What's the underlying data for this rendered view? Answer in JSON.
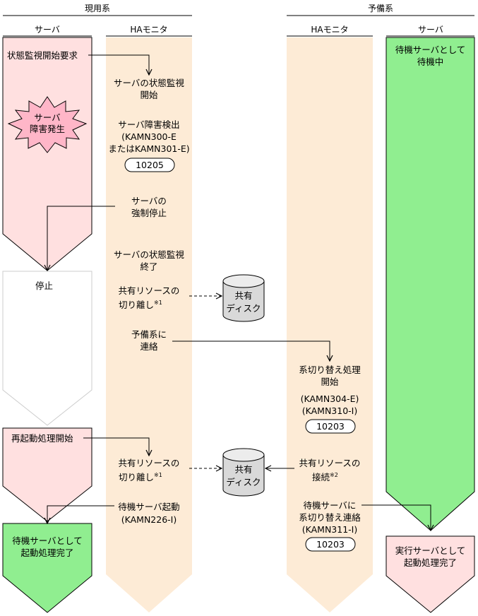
{
  "headers": {
    "active_system": "現用系",
    "standby_system": "予備系"
  },
  "lanes": {
    "active_server": "サーバ",
    "active_ha": "HAモニタ",
    "standby_ha": "HAモニタ",
    "standby_server": "サーバ"
  },
  "active_server": {
    "monitor_start_request": "状態監視開始要求",
    "failure_line1": "サーバ",
    "failure_line2": "障害発生",
    "stopped": "停止",
    "restart_begin": "再起動処理開始",
    "done_line1": "待機サーバとして",
    "done_line2": "起動処理完了"
  },
  "active_ha": {
    "monitor_start_line1": "サーバの状態監視",
    "monitor_start_line2": "開始",
    "detect_line1": "サーバ障害検出",
    "detect_line2": "(KAMN300-E",
    "detect_line3": "またはKAMN301-E)",
    "detect_code": "10205",
    "force_stop_line1": "サーバの",
    "force_stop_line2": "強制停止",
    "monitor_end_line1": "サーバの状態監視",
    "monitor_end_line2": "終了",
    "detach1_line1": "共有リソースの",
    "detach1_line2": "切り離し",
    "detach1_note": "※1",
    "notify_line1": "予備系に",
    "notify_line2": "連絡",
    "detach2_line1": "共有リソースの",
    "detach2_line2": "切り離し",
    "detach2_note": "※1",
    "standby_start_line1": "待機サーバ起動",
    "standby_start_line2": "(KAMN226-I)"
  },
  "standby_ha": {
    "switch_line1": "系切り替え処理",
    "switch_line2": "開始",
    "switch_line3": "(KAMN304-E)",
    "switch_line4": "(KAMN310-I)",
    "switch_code": "10203",
    "attach_line1": "共有リソースの",
    "attach_line2": "接続",
    "attach_note": "※2",
    "notify_line1": "待機サーバに",
    "notify_line2": "系切り替え連絡",
    "notify_line3": "(KAMN311-I)",
    "notify_code": "10203"
  },
  "standby_server": {
    "waiting_line1": "待機サーバとして",
    "waiting_line2": "待機中",
    "done_line1": "実行サーバとして",
    "done_line2": "起動処理完了"
  },
  "disks": {
    "disk1_line1": "共有",
    "disk1_line2": "ディスク",
    "disk2_line1": "共有",
    "disk2_line2": "ディスク"
  },
  "colors": {
    "pink": "#ffe0e0",
    "green": "#90ee90",
    "peach": "#fdebd6",
    "burst": "#ffb6c8",
    "disk": "#d9d9d9"
  }
}
